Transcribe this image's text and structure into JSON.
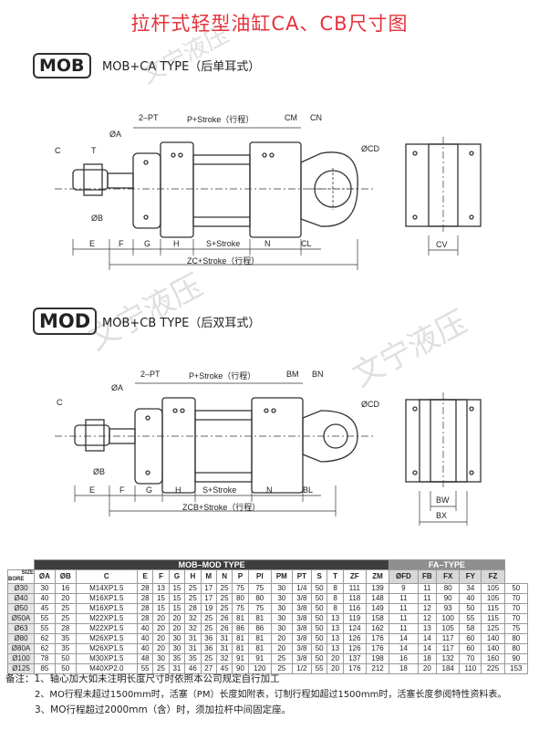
{
  "title": "拉杆式轻型油缸CA、CB尺寸图",
  "section1": {
    "badge": "MOB",
    "label": "MOB+CA TYPE（后单耳式）"
  },
  "section2": {
    "badge": "MOD",
    "label": "MOB+CB TYPE（后双耳式）"
  },
  "diagram1": {
    "C": "C",
    "T": "T",
    "A": "ØA",
    "B": "ØB",
    "PT": "2–PT",
    "stroke": "P+Stroke（行程）",
    "CM": "CM",
    "CN": "CN",
    "CD": "ØCD",
    "E": "E",
    "F": "F",
    "G": "G",
    "H": "H",
    "S": "S+Stroke",
    "N": "N",
    "CL": "CL",
    "ZC": "ZC+Stroke（行程）",
    "CV": "CV"
  },
  "diagram2": {
    "C": "C",
    "A": "ØA",
    "B": "ØB",
    "PT": "2–PT",
    "stroke": "P+Stroke（行程）",
    "BM": "BM",
    "BN": "BN",
    "CD": "ØCD",
    "E": "E",
    "F": "F",
    "G": "G",
    "H": "H",
    "S": "S+Stroke",
    "N": "N",
    "BL": "BL",
    "ZC": "ZCB+Stroke（行程）",
    "BW": "BW",
    "BX": "BX"
  },
  "watermark": "文宁液压",
  "table": {
    "main_title": "MOB–MOD TYPE",
    "fa_title": "FA–TYPE",
    "size_label": "SIZE",
    "bore_label": "BORE",
    "columns": [
      "ØA",
      "ØB",
      "C",
      "E",
      "F",
      "G",
      "H",
      "M",
      "N",
      "P",
      "PI",
      "PM",
      "PT",
      "S",
      "T",
      "ZF",
      "ZM",
      "ØFD",
      "FB",
      "FX",
      "FY",
      "FZ"
    ],
    "rows": [
      [
        "Ø30",
        "30",
        "16",
        "M14XP1.5",
        "28",
        "13",
        "15",
        "25",
        "17",
        "25",
        "75",
        "75",
        "30",
        "1/4",
        "50",
        "8",
        "111",
        "139",
        "9",
        "11",
        "80",
        "34",
        "105",
        "50"
      ],
      [
        "Ø40",
        "40",
        "20",
        "M16XP1.5",
        "28",
        "15",
        "15",
        "25",
        "17",
        "25",
        "80",
        "80",
        "30",
        "3/8",
        "50",
        "8",
        "118",
        "148",
        "11",
        "11",
        "90",
        "40",
        "105",
        "70"
      ],
      [
        "Ø50",
        "45",
        "25",
        "M16XP1.5",
        "28",
        "15",
        "15",
        "28",
        "19",
        "25",
        "75",
        "75",
        "30",
        "3/8",
        "50",
        "8",
        "116",
        "149",
        "11",
        "12",
        "93",
        "50",
        "115",
        "70"
      ],
      [
        "Ø50A",
        "55",
        "25",
        "M22XP1.5",
        "28",
        "20",
        "20",
        "32",
        "25",
        "26",
        "81",
        "81",
        "30",
        "3/8",
        "50",
        "13",
        "119",
        "158",
        "11",
        "12",
        "100",
        "55",
        "115",
        "70"
      ],
      [
        "Ø63",
        "55",
        "28",
        "M22XP1.5",
        "40",
        "20",
        "20",
        "32",
        "25",
        "26",
        "86",
        "86",
        "30",
        "3/8",
        "50",
        "13",
        "124",
        "162",
        "11",
        "13",
        "105",
        "58",
        "125",
        "75"
      ],
      [
        "Ø80",
        "62",
        "35",
        "M26XP1.5",
        "40",
        "20",
        "30",
        "31",
        "36",
        "31",
        "81",
        "81",
        "20",
        "3/8",
        "50",
        "13",
        "126",
        "176",
        "14",
        "14",
        "117",
        "60",
        "140",
        "80"
      ],
      [
        "Ø80A",
        "62",
        "35",
        "M26XP1.5",
        "40",
        "20",
        "30",
        "31",
        "36",
        "31",
        "81",
        "81",
        "20",
        "3/8",
        "50",
        "13",
        "126",
        "176",
        "14",
        "14",
        "117",
        "60",
        "140",
        "80"
      ],
      [
        "Ø100",
        "78",
        "50",
        "M30XP1.5",
        "48",
        "30",
        "35",
        "35",
        "25",
        "32",
        "91",
        "91",
        "25",
        "3/8",
        "50",
        "20",
        "137",
        "198",
        "16",
        "18",
        "132",
        "70",
        "160",
        "90"
      ],
      [
        "Ø125",
        "85",
        "50",
        "M40XP2.0",
        "55",
        "25",
        "31",
        "46",
        "27",
        "45",
        "90",
        "120",
        "25",
        "1/2",
        "55",
        "20",
        "176",
        "212",
        "18",
        "20",
        "184",
        "110",
        "225",
        "153"
      ]
    ]
  },
  "notes": {
    "prefix": "备注：",
    "n1": "1、轴心加大如未注明长度尺寸时依照本公司规定自行加工",
    "n2": "2、MO行程未超过1500mm时，活塞（PM）长度如附表，订制行程如超过1500mm时，活塞长度参阅特性资料表。",
    "n3": "3、MO行程超过2000mm（含）时，须加拉杆中间固定座。"
  }
}
